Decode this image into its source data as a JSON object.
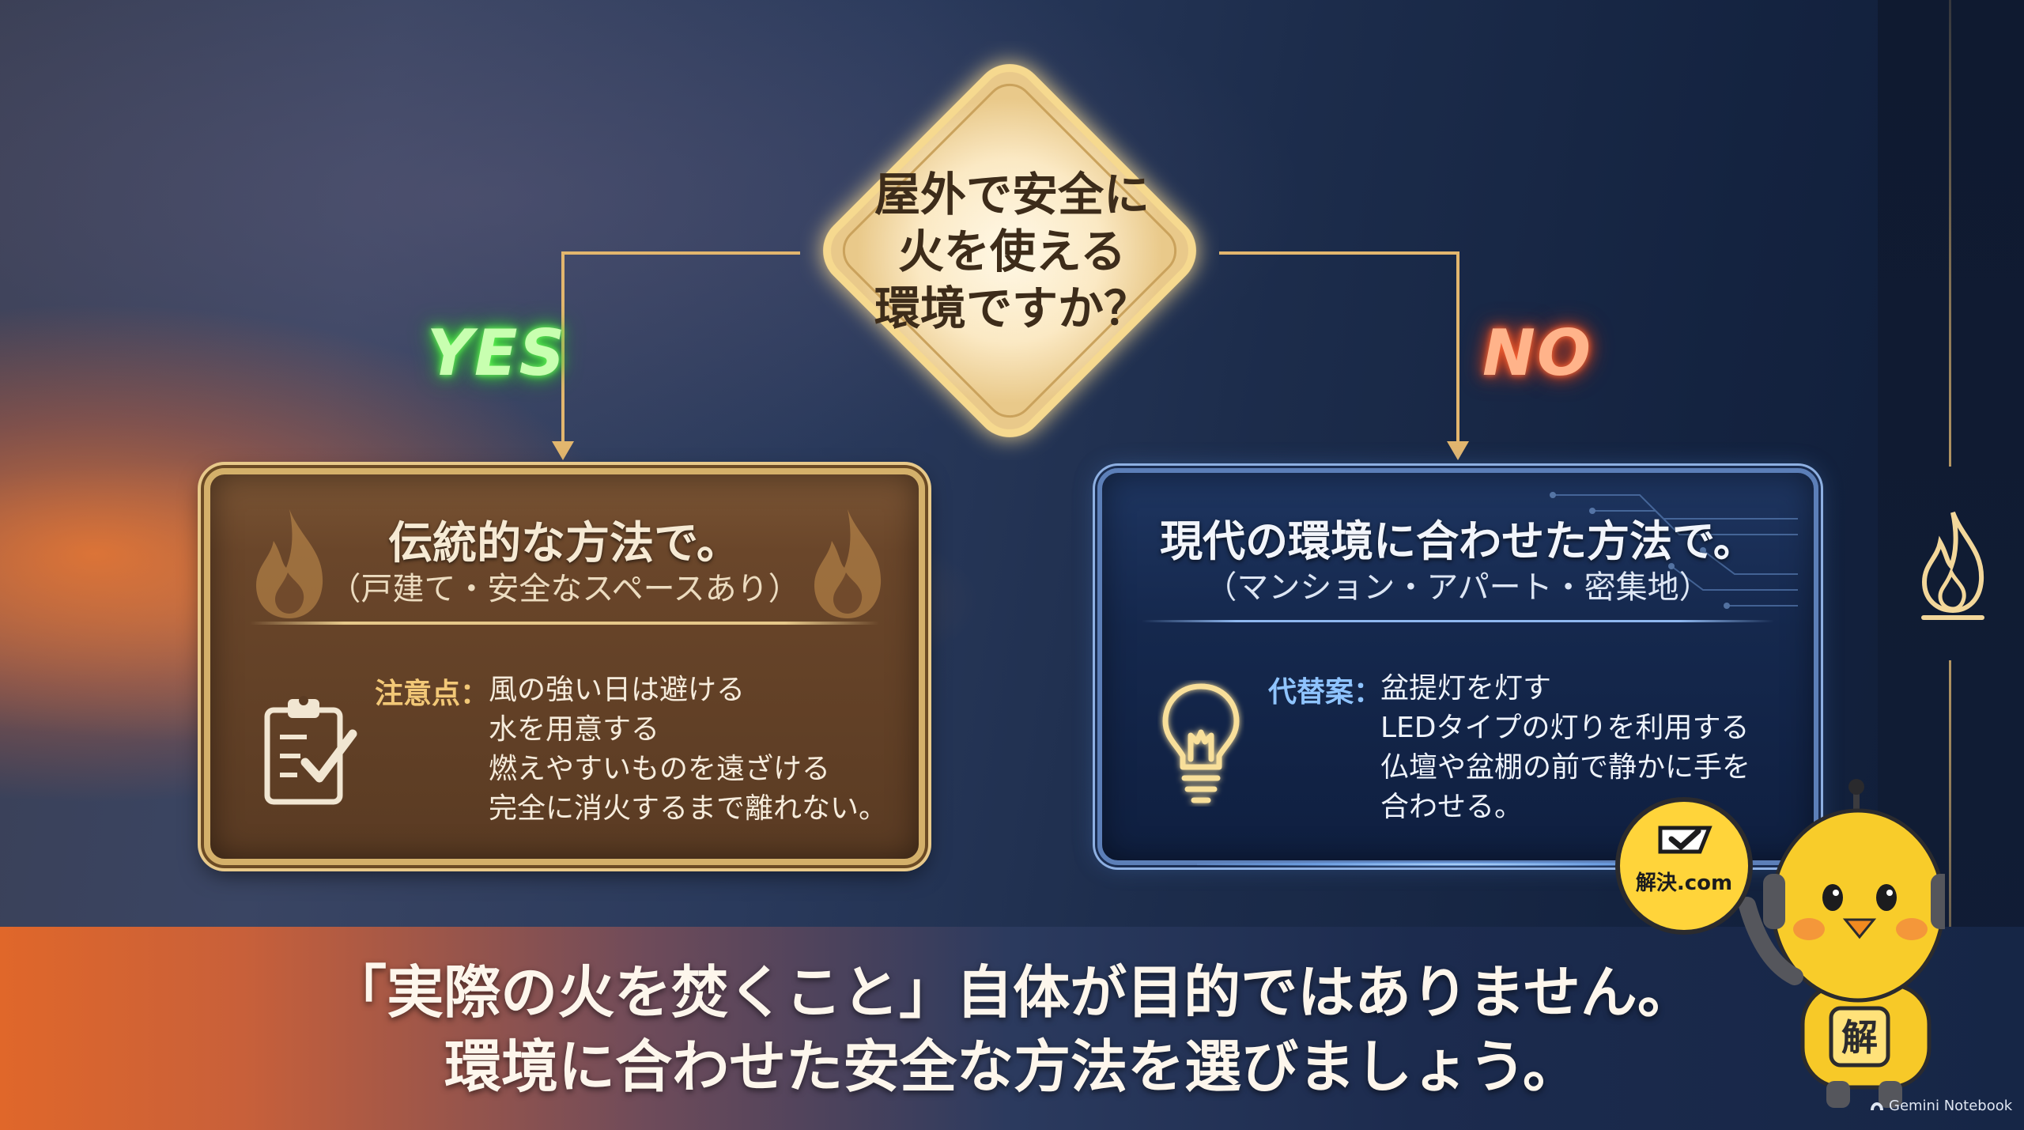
{
  "decision": {
    "question": "屋外で安全に\n火を使える\n環境ですか？",
    "yes_label": "YES",
    "no_label": "NO"
  },
  "yes_card": {
    "title": "伝統的な方法で。",
    "subtitle": "（戸建て・安全なスペースあり）",
    "label": "注意点：",
    "items": [
      "風の強い日は避ける",
      "水を用意する",
      "燃えやすいものを遠ざける",
      "完全に消火するまで離れない。"
    ]
  },
  "no_card": {
    "title": "現代の環境に合わせた方法で。",
    "subtitle": "（マンション・アパート・密集地）",
    "label": "代替案：",
    "items": [
      "盆提灯を灯す",
      "LEDタイプの灯りを利用する",
      "仏壇や盆棚の前で静かに手を",
      "合わせる。"
    ]
  },
  "banner": {
    "line1": "「実際の火を焚くこと」自体が目的ではありません。",
    "line2": "環境に合わせた安全な方法を選びましょう。"
  },
  "mascot": {
    "sign_text": "解決.com",
    "badge_text": "解"
  },
  "brand": "Gemini Notebook",
  "icons": {
    "flame": "flame-icon",
    "clipboard": "clipboard-check-icon",
    "bulb": "lightbulb-icon"
  },
  "colors": {
    "yes_glow": "#3ddc3a",
    "no_glow": "#e24a1e",
    "gold": "#d4b06a",
    "blue_border": "#5c7fb8"
  }
}
